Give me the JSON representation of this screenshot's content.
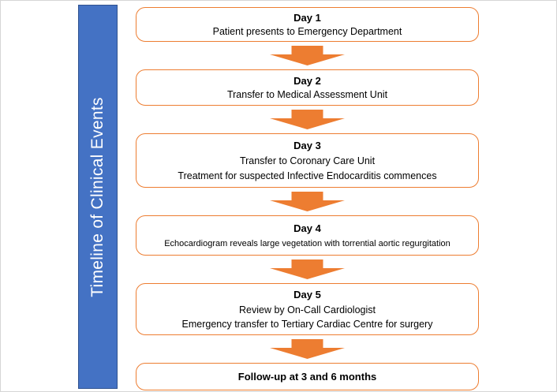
{
  "sidebar": {
    "label": "Timeline of Clinical Events"
  },
  "colors": {
    "blue": "#4472C4",
    "blue_border": "#2F528F",
    "orange": "#ED7D31",
    "text": "#000000"
  },
  "steps": [
    {
      "title": "Day 1",
      "lines": [
        "Patient presents to Emergency Department"
      ]
    },
    {
      "title": "Day 2",
      "lines": [
        "Transfer to Medical Assessment Unit"
      ]
    },
    {
      "title": "Day 3",
      "lines": [
        "Transfer to Coronary Care Unit",
        "Treatment for suspected Infective Endocarditis commences"
      ]
    },
    {
      "title": "Day 4",
      "lines": [
        "Echocardiogram reveals large vegetation with torrential aortic regurgitation"
      ]
    },
    {
      "title": "Day 5",
      "lines": [
        "Review by On-Call Cardiologist",
        "Emergency transfer to Tertiary Cardiac Centre for surgery"
      ]
    },
    {
      "title": "Follow-up at 3 and 6 months",
      "lines": []
    }
  ]
}
